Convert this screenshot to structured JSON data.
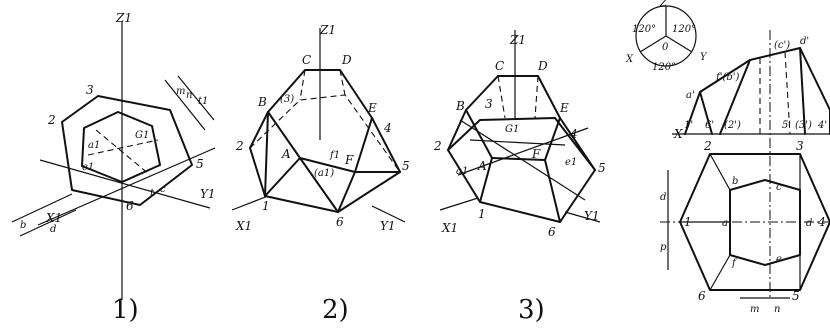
{
  "figures": [
    {
      "caption": "1)",
      "labels": {
        "z": "Z1",
        "x": "X1",
        "y": "Y1",
        "n2": "2",
        "n3": "3",
        "n5": "5",
        "n6": "6",
        "g1": "G1",
        "a1": "a1",
        "e1": "e1",
        "t1": "t1",
        "d": "d",
        "b": "b",
        "c": "c",
        "m": "m",
        "n": "n",
        "t": "t"
      }
    },
    {
      "caption": "2)",
      "labels": {
        "z": "Z1",
        "x": "X1",
        "y": "Y1",
        "C": "C",
        "D": "D",
        "B": "B",
        "E": "E",
        "A": "A",
        "F": "F",
        "n1": "1",
        "n2": "2",
        "n4": "4",
        "n5": "5",
        "n6": "6",
        "n3p": "(3)",
        "a1p": "(a1)",
        "f1": "f1"
      }
    },
    {
      "caption": "3)",
      "labels": {
        "z": "Z1",
        "x": "X1",
        "y": "Y1",
        "C": "C",
        "D": "D",
        "B": "B",
        "E": "E",
        "A": "A",
        "F": "F",
        "n1": "1",
        "n2": "2",
        "n3": "3",
        "n4": "4",
        "n5": "5",
        "n6": "6",
        "g1": "G1",
        "a1": "a1",
        "e1": "e1"
      }
    },
    {
      "labels": {
        "ang_tl": "120°",
        "ang_tr": "120°",
        "ang_b": "120°",
        "center": "0",
        "z": "Z",
        "x": "X",
        "y": "Y",
        "c2": "(c')",
        "d2": "d'",
        "a2": "a'",
        "f2": "f'(b')",
        "one2": "1'",
        "six2": "6'",
        "two2": "(2')",
        "five2": "5'",
        "three2": "(3')",
        "four2": "4'",
        "axis_x": "X",
        "p2": "2",
        "p3": "3",
        "p1": "1",
        "p4": "4",
        "p6": "6",
        "p5": "5",
        "pa": "a",
        "pb": "b",
        "pc": "c",
        "pd": "d",
        "pe": "e",
        "pf": "f",
        "dim_d": "d",
        "dim_p": "p",
        "dim_m": "m",
        "dim_n": "n"
      }
    }
  ]
}
